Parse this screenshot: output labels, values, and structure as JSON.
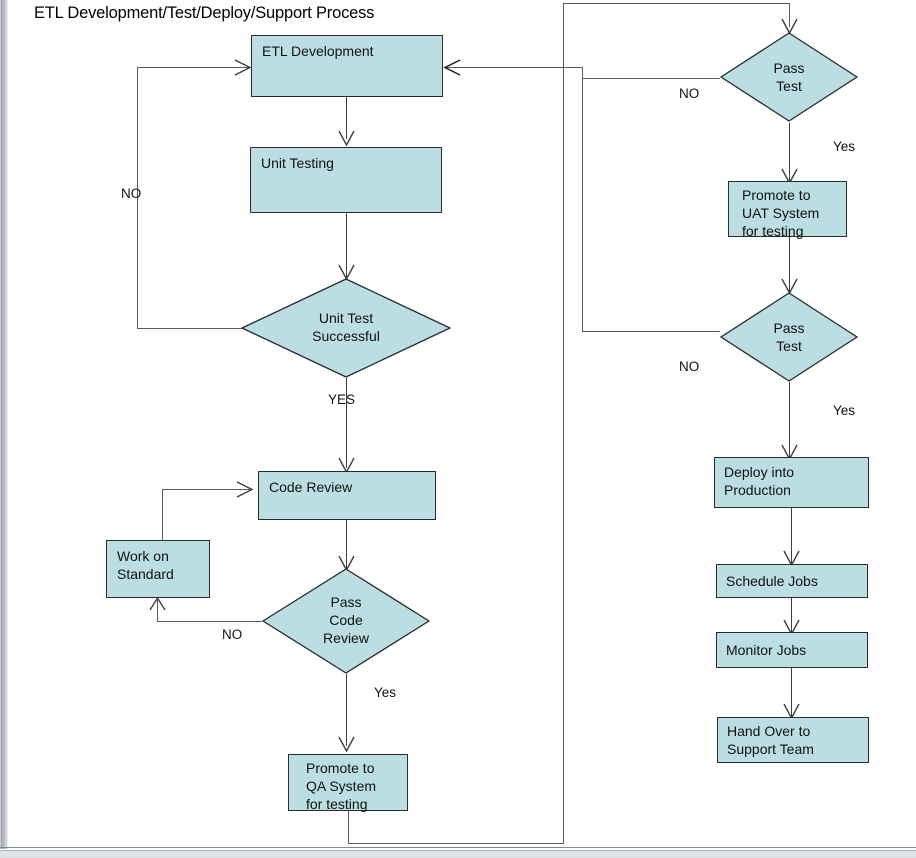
{
  "diagram": {
    "title": "ETL Development/Test/Deploy/Support Process",
    "type": "flowchart",
    "colors": {
      "node_fill": "#bbdee2",
      "node_border": "#2b2b2b",
      "connector": "#555b60",
      "text": "#111111",
      "background": "#ffffff"
    },
    "nodes": [
      {
        "id": "etl_development",
        "shape": "process",
        "label": "ETL Development"
      },
      {
        "id": "unit_testing",
        "shape": "process",
        "label": "Unit Testing"
      },
      {
        "id": "unit_test_successful",
        "shape": "decision",
        "label": "Unit Test\nSuccessful"
      },
      {
        "id": "code_review",
        "shape": "process",
        "label": "Code Review"
      },
      {
        "id": "work_on_standard",
        "shape": "process",
        "label": "Work on\nStandard"
      },
      {
        "id": "pass_code_review",
        "shape": "decision",
        "label": "Pass\nCode\nReview"
      },
      {
        "id": "promote_to_qa",
        "shape": "process",
        "label": "Promote to\nQA System\nfor testing"
      },
      {
        "id": "pass_test_qa",
        "shape": "decision",
        "label": "Pass\nTest"
      },
      {
        "id": "promote_to_uat",
        "shape": "process",
        "label": "Promote to\nUAT System\nfor testing"
      },
      {
        "id": "pass_test_uat",
        "shape": "decision",
        "label": "Pass\nTest"
      },
      {
        "id": "deploy_into_production",
        "shape": "process",
        "label": "Deploy into\nProduction"
      },
      {
        "id": "schedule_jobs",
        "shape": "process",
        "label": "Schedule Jobs"
      },
      {
        "id": "monitor_jobs",
        "shape": "process",
        "label": "Monitor Jobs"
      },
      {
        "id": "hand_over_to_support",
        "shape": "process",
        "label": "Hand Over to\nSupport Team"
      }
    ],
    "edge_labels": {
      "unit_test_no": "NO",
      "unit_test_yes": "YES",
      "code_review_no": "NO",
      "code_review_yes": "Yes",
      "qa_test_no": "NO",
      "qa_test_yes": "Yes",
      "uat_test_no": "NO",
      "uat_test_yes": "Yes"
    },
    "edges": [
      {
        "from": "etl_development",
        "to": "unit_testing",
        "label": ""
      },
      {
        "from": "unit_testing",
        "to": "unit_test_successful",
        "label": ""
      },
      {
        "from": "unit_test_successful",
        "to": "etl_development",
        "label": "NO"
      },
      {
        "from": "unit_test_successful",
        "to": "code_review",
        "label": "YES"
      },
      {
        "from": "code_review",
        "to": "pass_code_review",
        "label": ""
      },
      {
        "from": "pass_code_review",
        "to": "work_on_standard",
        "label": "NO"
      },
      {
        "from": "work_on_standard",
        "to": "code_review",
        "label": ""
      },
      {
        "from": "pass_code_review",
        "to": "promote_to_qa",
        "label": "Yes"
      },
      {
        "from": "promote_to_qa",
        "to": "pass_test_qa",
        "label": ""
      },
      {
        "from": "pass_test_qa",
        "to": "etl_development",
        "label": "NO"
      },
      {
        "from": "pass_test_qa",
        "to": "promote_to_uat",
        "label": "Yes"
      },
      {
        "from": "promote_to_uat",
        "to": "pass_test_uat",
        "label": ""
      },
      {
        "from": "pass_test_uat",
        "to": "etl_development",
        "label": "NO"
      },
      {
        "from": "pass_test_uat",
        "to": "deploy_into_production",
        "label": "Yes"
      },
      {
        "from": "deploy_into_production",
        "to": "schedule_jobs",
        "label": ""
      },
      {
        "from": "schedule_jobs",
        "to": "monitor_jobs",
        "label": ""
      },
      {
        "from": "monitor_jobs",
        "to": "hand_over_to_support",
        "label": ""
      }
    ]
  }
}
